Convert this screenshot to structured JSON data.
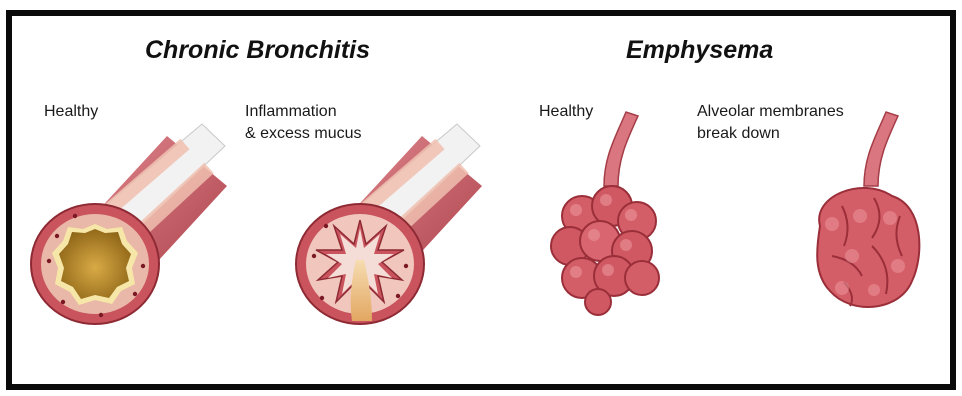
{
  "bronchitis": {
    "title": "Chronic Bronchitis",
    "healthy_label": "Healthy",
    "inflamed_label_line1": "Inflammation",
    "inflamed_label_line2": "& excess mucus"
  },
  "emphysema": {
    "title": "Emphysema",
    "healthy_label": "Healthy",
    "damaged_label_line1": "Alveolar membranes",
    "damaged_label_line2": "break down"
  },
  "icons": [
    "healthy-bronchus-icon",
    "inflamed-bronchus-icon",
    "healthy-alveoli-icon",
    "damaged-alveoli-icon"
  ],
  "colors": {
    "tissue": "#c9545e",
    "tissue_dark": "#8e2a34",
    "cartilage": "#e9b8a8",
    "cartilage_light": "#f4d8ca",
    "lumen": "#b98a2a",
    "mucus": "#f1c98e",
    "frame": "#0a0a0a"
  }
}
